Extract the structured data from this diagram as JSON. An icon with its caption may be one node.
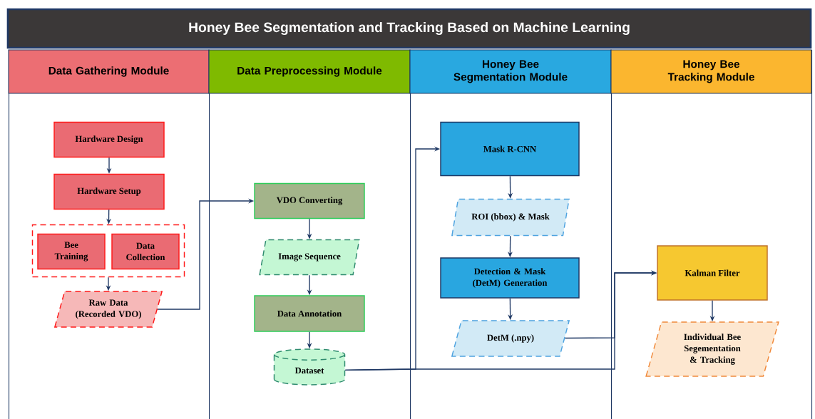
{
  "diagram": {
    "title": "Honey Bee Segmentation and Tracking Based on Machine Learning",
    "nodes": [
      {
        "text": [
          "Data Gathering Module"
        ]
      },
      {
        "text": [
          "Data Preprocessing Module"
        ]
      },
      {
        "text": [
          "Honey Bee Segmentation Module"
        ]
      },
      {
        "text": [
          "Honey Bee Tracking Module"
        ]
      },
      {
        "text": [
          "Hardware Design"
        ],
        "in": 0
      },
      {
        "text": [
          "Hardware Setup"
        ],
        "in": 0
      },
      {
        "text": [],
        "shape": "box",
        "in": 0
      },
      {
        "text": [
          "Bee Training"
        ],
        "in": 6
      },
      {
        "text": [
          "Data Collection"
        ],
        "in": 6
      },
      {
        "text": [
          "Raw Data (Recorded VDO)"
        ],
        "in": 0
      },
      {
        "text": [
          "VDO Converting"
        ],
        "in": 1
      },
      {
        "text": [
          "Image Sequence"
        ],
        "in": 1
      },
      {
        "text": [
          "Data Annotation"
        ],
        "in": 1
      },
      {
        "text": [
          "Dataset"
        ],
        "in": 1
      },
      {
        "text": [
          "Mask R-CNN"
        ],
        "in": 2
      },
      {
        "text": [
          "ROI (bbox) & Mask"
        ],
        "in": 2
      },
      {
        "text": [
          "Detection & Mask (DetM) Generation"
        ],
        "in": 2
      },
      {
        "text": [
          "DetM (.npy)"
        ],
        "in": 2
      },
      {
        "text": [
          "Kalman Filter"
        ],
        "in": 3
      },
      {
        "text": [
          "Individual Bee Segementation & Tracking"
        ],
        "in": 3
      }
    ],
    "edges": [
      {
        "from": 4,
        "to": 5,
        "arrow": "to"
      },
      {
        "from": 5,
        "to": 6,
        "arrow": "to"
      },
      {
        "from": 6,
        "to": 9,
        "arrow": "to"
      },
      {
        "from": 9,
        "to": 10,
        "arrow": "to"
      },
      {
        "from": 10,
        "to": 11,
        "arrow": "to"
      },
      {
        "from": 11,
        "to": 12,
        "arrow": "to"
      },
      {
        "from": 12,
        "to": 13,
        "arrow": "to"
      },
      {
        "from": 13,
        "to": 14,
        "arrow": "to"
      },
      {
        "from": 13,
        "to": 18,
        "arrow": "to"
      },
      {
        "from": 14,
        "to": 15,
        "arrow": "to"
      },
      {
        "from": 15,
        "to": 16,
        "arrow": "to"
      },
      {
        "from": 16,
        "to": 17,
        "arrow": "to"
      },
      {
        "from": 17,
        "to": 18,
        "arrow": "to"
      },
      {
        "from": 18,
        "to": 19,
        "arrow": "to"
      }
    ]
  }
}
